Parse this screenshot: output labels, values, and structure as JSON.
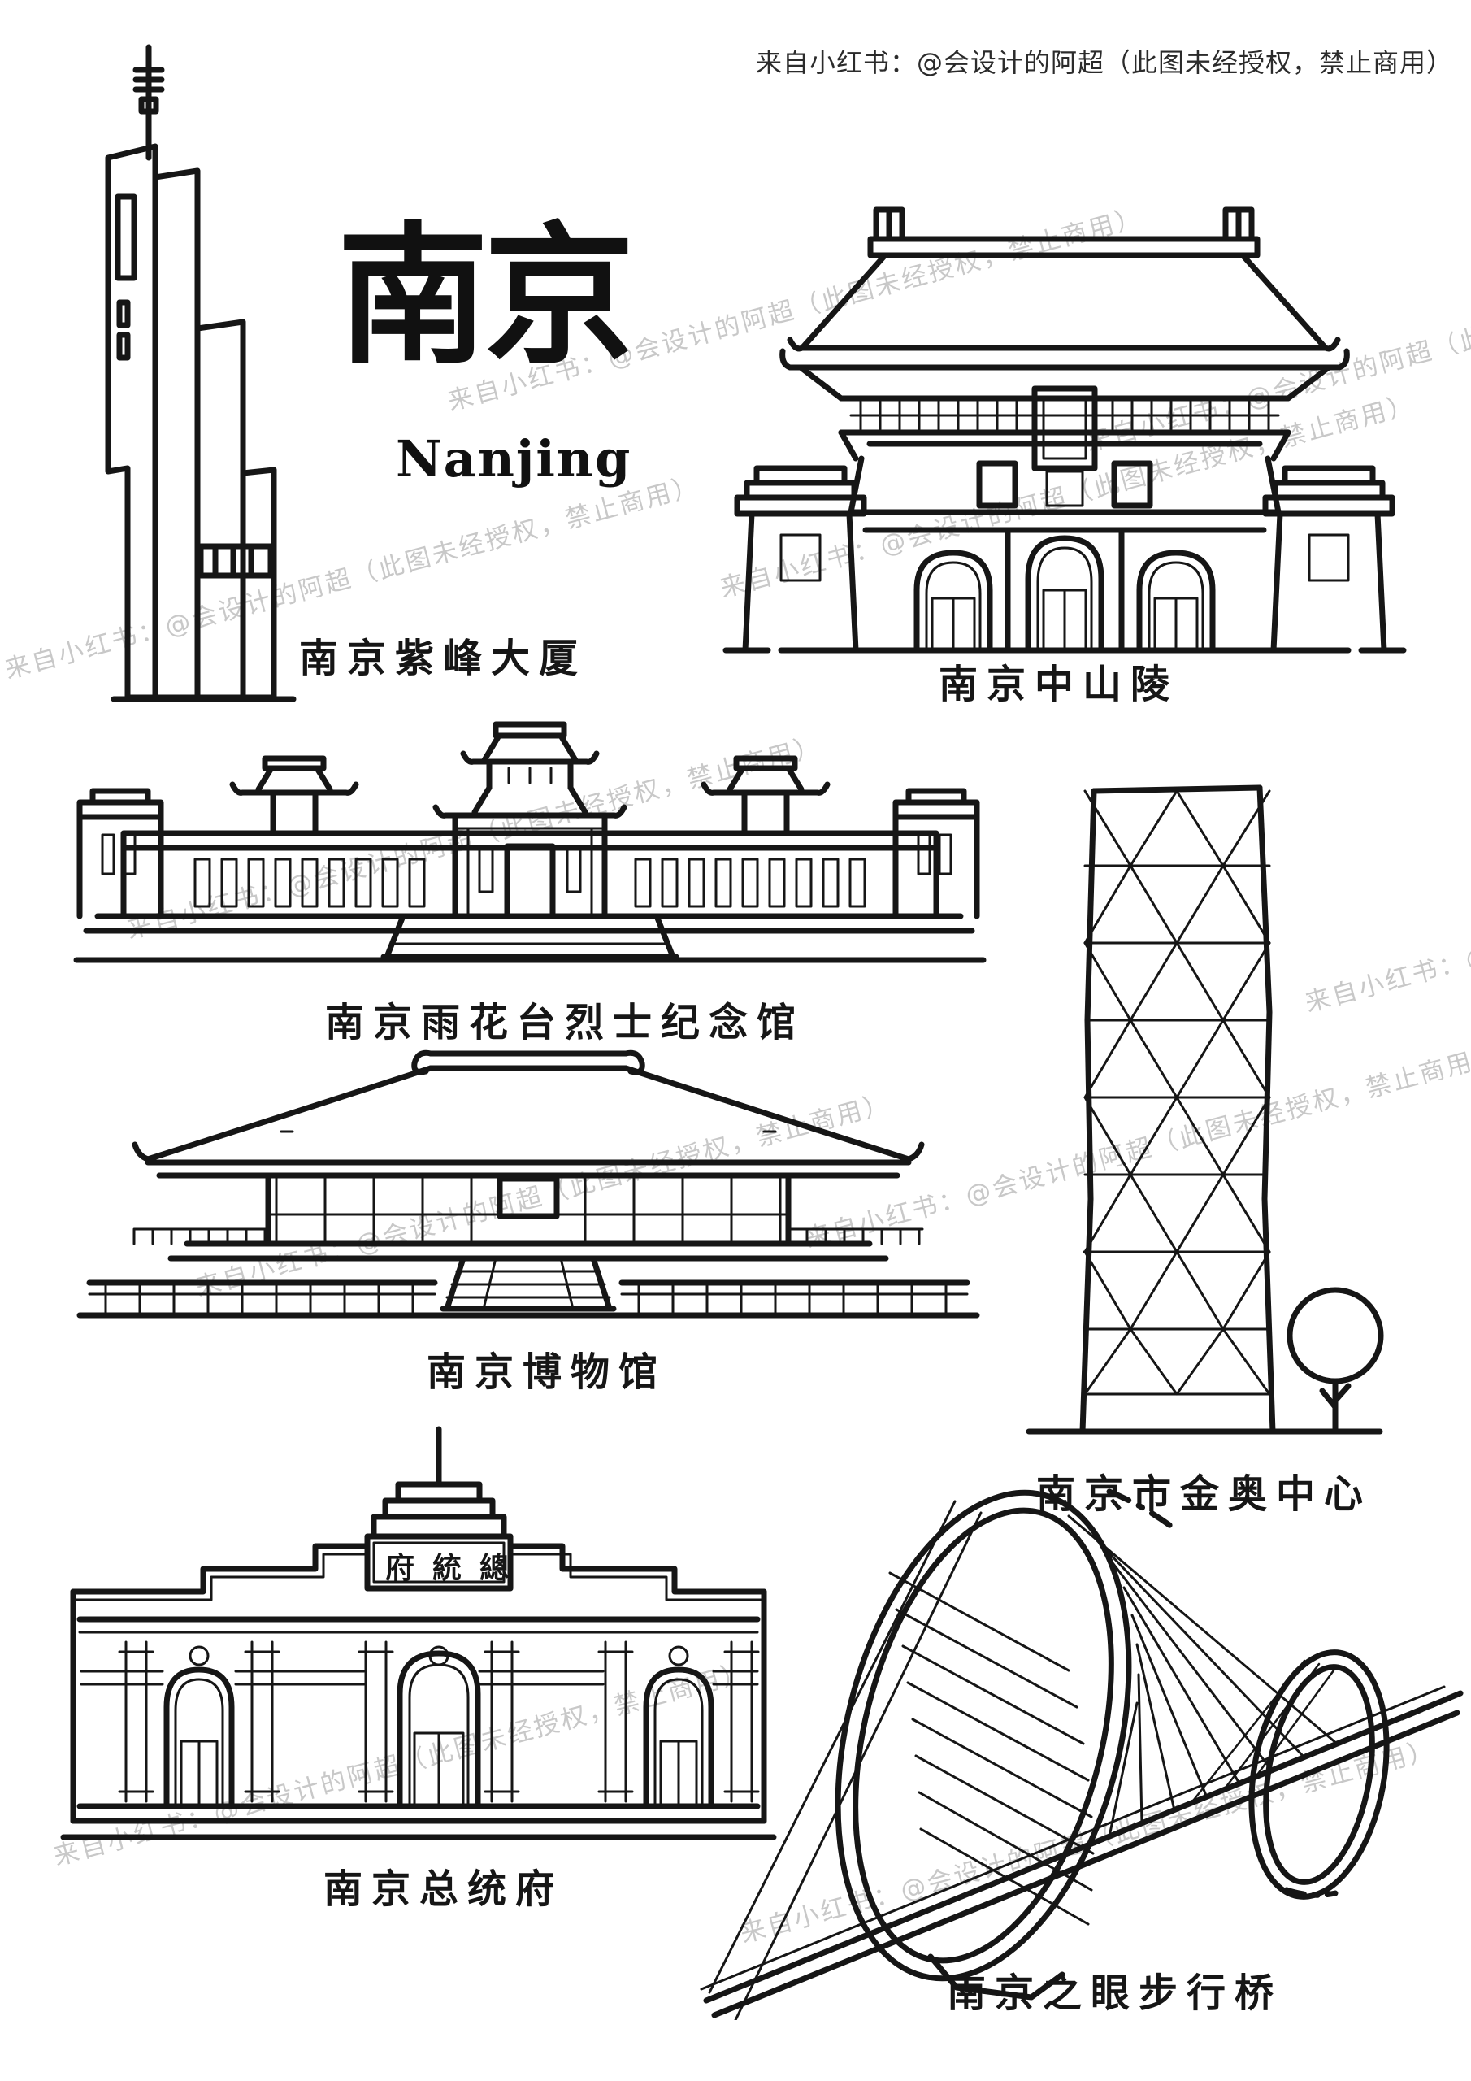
{
  "credit": "来自小红书：@会设计的阿超（此图未经授权，禁止商用）",
  "watermark": {
    "text": "来自小红书：@会设计的阿超（此图未经授权，禁止商用）",
    "color": "#c8c8c8"
  },
  "title": {
    "zh": "南京",
    "en": "Nanjing"
  },
  "palette": {
    "ink": "#161616",
    "background": "#ffffff",
    "watermark": "#c8c8c8"
  },
  "landmarks": [
    {
      "id": "zifeng-tower",
      "label": "南京紫峰大厦"
    },
    {
      "id": "zhongshan-mausoleum",
      "label": "南京中山陵"
    },
    {
      "id": "yuhuatai-martyrs-memorial",
      "label": "南京雨花台烈士纪念馆"
    },
    {
      "id": "nanjing-museum",
      "label": "南京博物馆"
    },
    {
      "id": "jinao-center",
      "label": "南京市金奥中心"
    },
    {
      "id": "presidential-palace",
      "label": "南京总统府",
      "plaque": "府統總"
    },
    {
      "id": "nanjing-eye-bridge",
      "label": "南京之眼步行桥"
    }
  ]
}
